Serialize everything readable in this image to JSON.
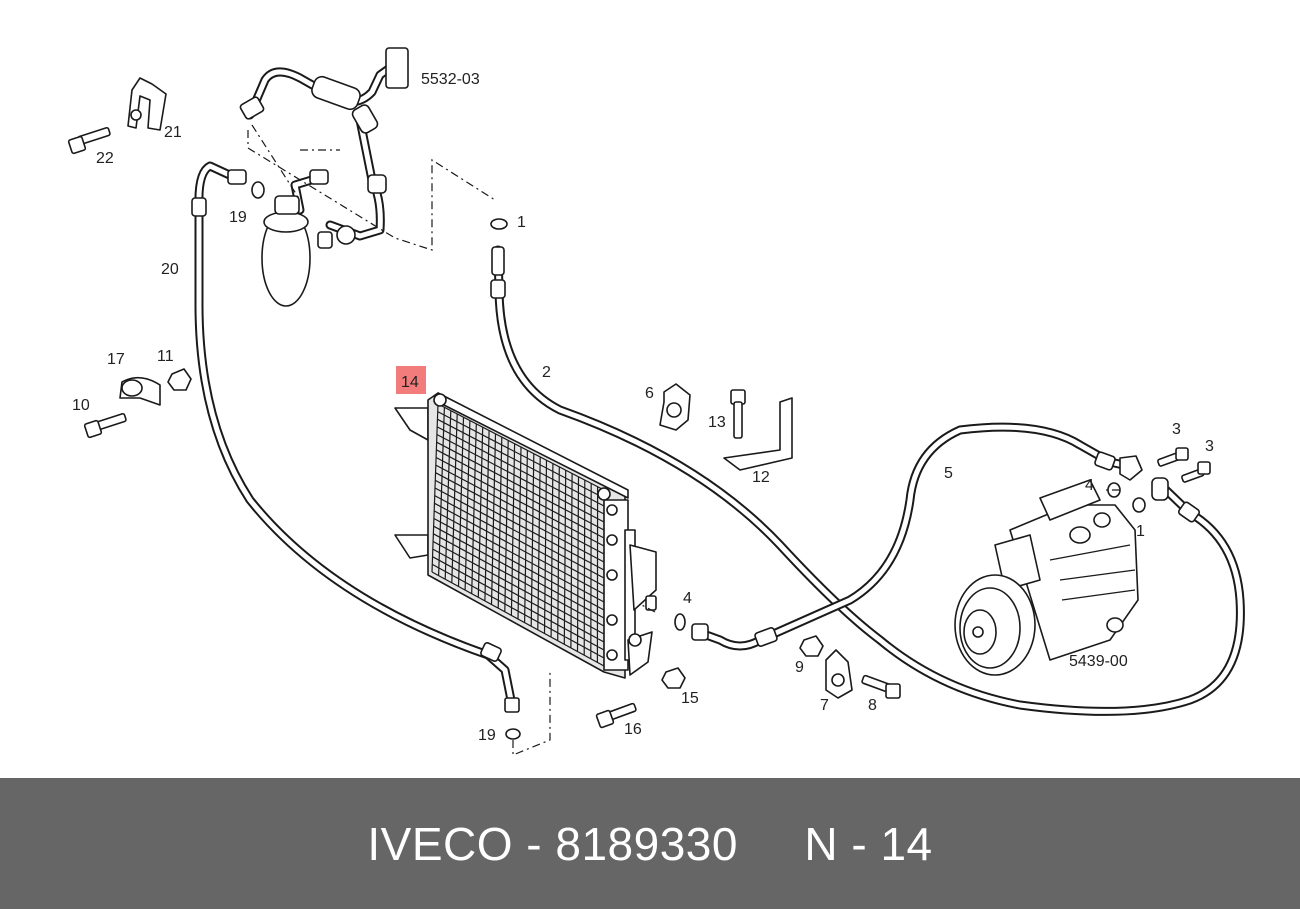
{
  "diagram": {
    "labels": {
      "l5532": "5532-03",
      "l21": "21",
      "l22": "22",
      "l19a": "19",
      "l1a": "1",
      "l20": "20",
      "l17": "17",
      "l11": "11",
      "l10": "10",
      "l14": "14",
      "l2": "2",
      "l6": "6",
      "l13": "13",
      "l12": "12",
      "l5": "5",
      "l3a": "3",
      "l3b": "3",
      "l4a": "4",
      "l1b": "1",
      "l4b": "4",
      "l5439": "5439-00",
      "l9": "9",
      "l7": "7",
      "l8": "8",
      "l15": "15",
      "l16": "16",
      "l19b": "19"
    },
    "highlight_color": "#f27c7c"
  },
  "footer": {
    "text": "IVECO - 8189330     N - 14",
    "background": "#666666"
  }
}
